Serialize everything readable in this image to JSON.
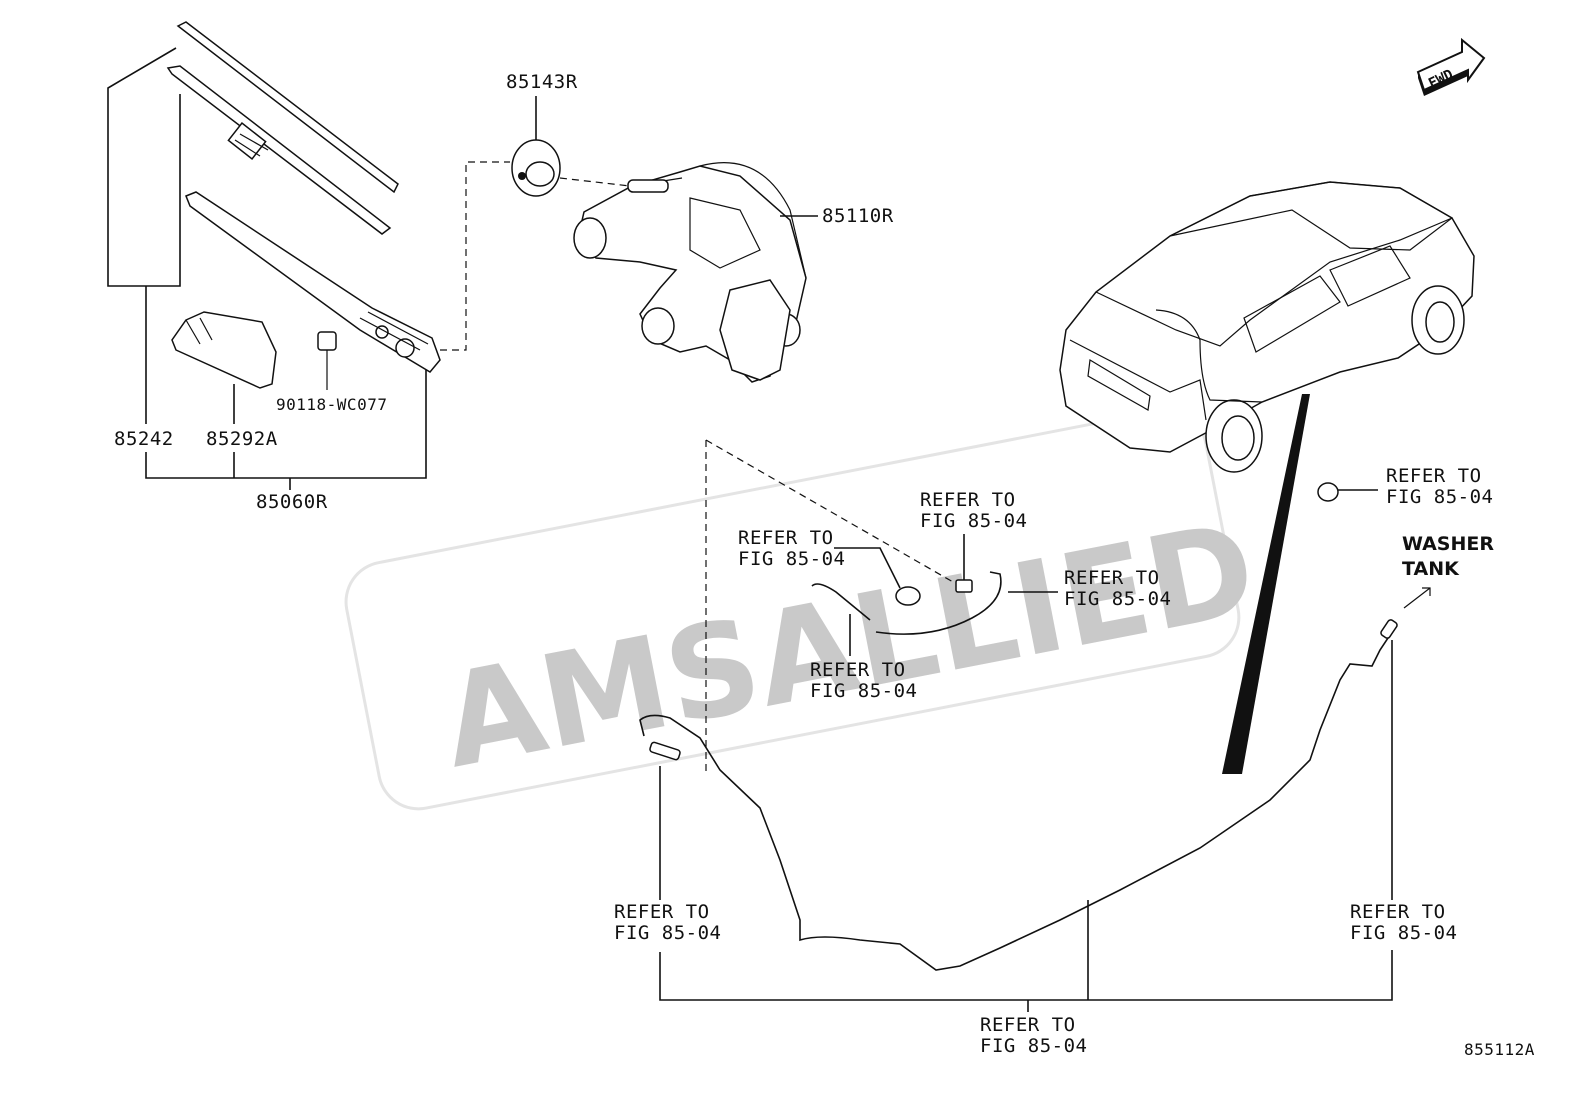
{
  "watermark": "AMSALLIED",
  "orientation": "FWD",
  "diagram_id": "855112A",
  "parts": {
    "p85143R": "85143R",
    "p85110R": "85110R",
    "p90118": "90118-WC077",
    "p85242": "85242",
    "p85292A": "85292A",
    "p85060R": "85060R"
  },
  "washer_tank": {
    "line1": "WASHER",
    "line2": "TANK"
  },
  "refer": {
    "line1": "REFER TO",
    "line2": "FIG 85-04"
  }
}
